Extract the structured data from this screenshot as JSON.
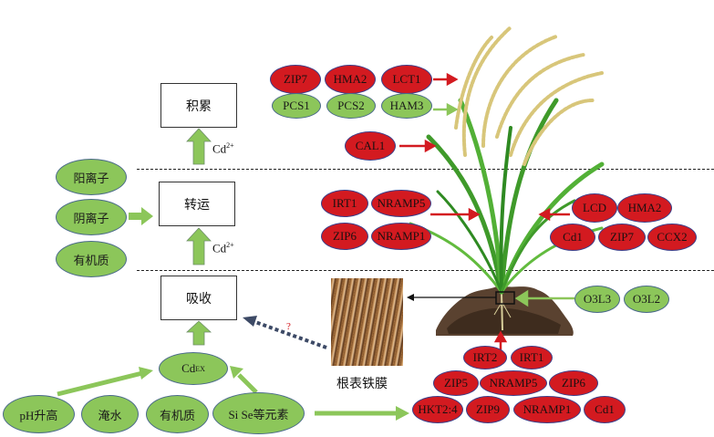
{
  "stages": {
    "accumulation": "积累",
    "translocation": "转运",
    "absorption": "吸收"
  },
  "cd_ion": {
    "base": "Cd",
    "charge": "2+"
  },
  "cd_ex": {
    "base": "Cd",
    "sub": "EX"
  },
  "left_factors": [
    "阳离子",
    "阴离子",
    "有机质"
  ],
  "bottom_factors": [
    "pH升高",
    "淹水",
    "有机质",
    "Si  Se等元素"
  ],
  "iron_plaque_label": "根表铁膜",
  "question_mark": "?",
  "grain_genes": {
    "red_row": [
      "ZIP7",
      "HMA2",
      "LCT1"
    ],
    "green_row": [
      "PCS1",
      "PCS2",
      "HAM3"
    ],
    "single": "CAL1"
  },
  "stem_genes_left": {
    "row1": [
      "IRT1",
      "NRAMP5"
    ],
    "row2": [
      "ZIP6",
      "NRAMP1"
    ]
  },
  "stem_genes_right": {
    "row1": [
      "LCD",
      "HMA2"
    ],
    "row2": [
      "Cd1",
      "ZIP7",
      "CCX2"
    ]
  },
  "root_genes_right": [
    "O3L3",
    "O3L2"
  ],
  "root_genes_bottom": {
    "row1": [
      "IRT2",
      "IRT1"
    ],
    "row2": [
      "ZIP5",
      "NRAMP5",
      "ZIP6"
    ],
    "row3": [
      "HKT2:4",
      "ZIP9",
      "NRAMP1",
      "Cd1"
    ]
  },
  "colors": {
    "promote_red": "#d31a20",
    "inhibit_green": "#8cc65a",
    "arrow_green": "#8cc65a",
    "arrow_red": "#d31a20",
    "dotted_arrow": "#3d4a66"
  }
}
